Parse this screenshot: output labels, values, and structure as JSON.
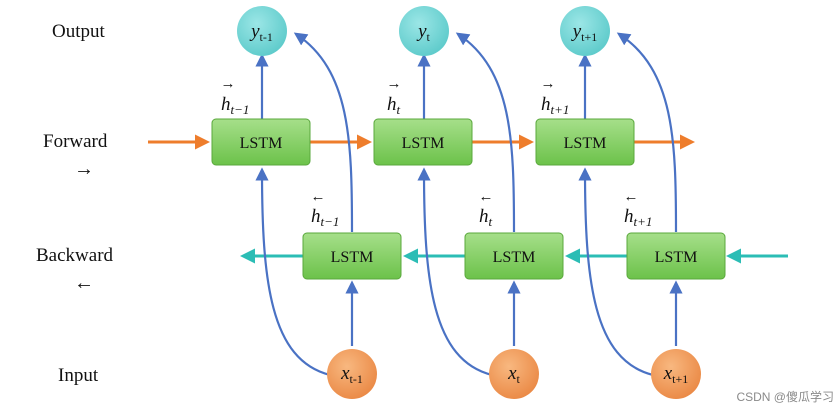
{
  "row_labels": {
    "output": "Output",
    "forward": "Forward",
    "forward_arrow": "→",
    "backward": "Backward",
    "backward_arrow": "←",
    "input": "Input"
  },
  "cell_label": "LSTM",
  "outputs": [
    {
      "base": "y",
      "sub": "t-1"
    },
    {
      "base": "y",
      "sub": "t"
    },
    {
      "base": "y",
      "sub": "t+1"
    }
  ],
  "inputs": [
    {
      "base": "x",
      "sub": "t-1"
    },
    {
      "base": "x",
      "sub": "t"
    },
    {
      "base": "x",
      "sub": "t+1"
    }
  ],
  "forward_states": [
    {
      "arrow": "→",
      "base": "h",
      "sub": "t−1"
    },
    {
      "arrow": "→",
      "base": "h",
      "sub": "t"
    },
    {
      "arrow": "→",
      "base": "h",
      "sub": "t+1"
    }
  ],
  "backward_states": [
    {
      "arrow": "←",
      "base": "h",
      "sub": "t−1"
    },
    {
      "arrow": "←",
      "base": "h",
      "sub": "t"
    },
    {
      "arrow": "←",
      "base": "h",
      "sub": "t+1"
    }
  ],
  "watermark": "CSDN @傻瓜学习",
  "colors": {
    "lstm_top": "#a6df8a",
    "lstm_bottom": "#6cc24a",
    "lstm_stroke": "#5aa83c",
    "output_node": "#6fd3d3",
    "input_node": "#f4a060",
    "input_node_dark": "#e98540",
    "forward_arrow": "#ee7d2c",
    "backward_arrow": "#2bbdb5",
    "connection": "#4a72c4"
  }
}
